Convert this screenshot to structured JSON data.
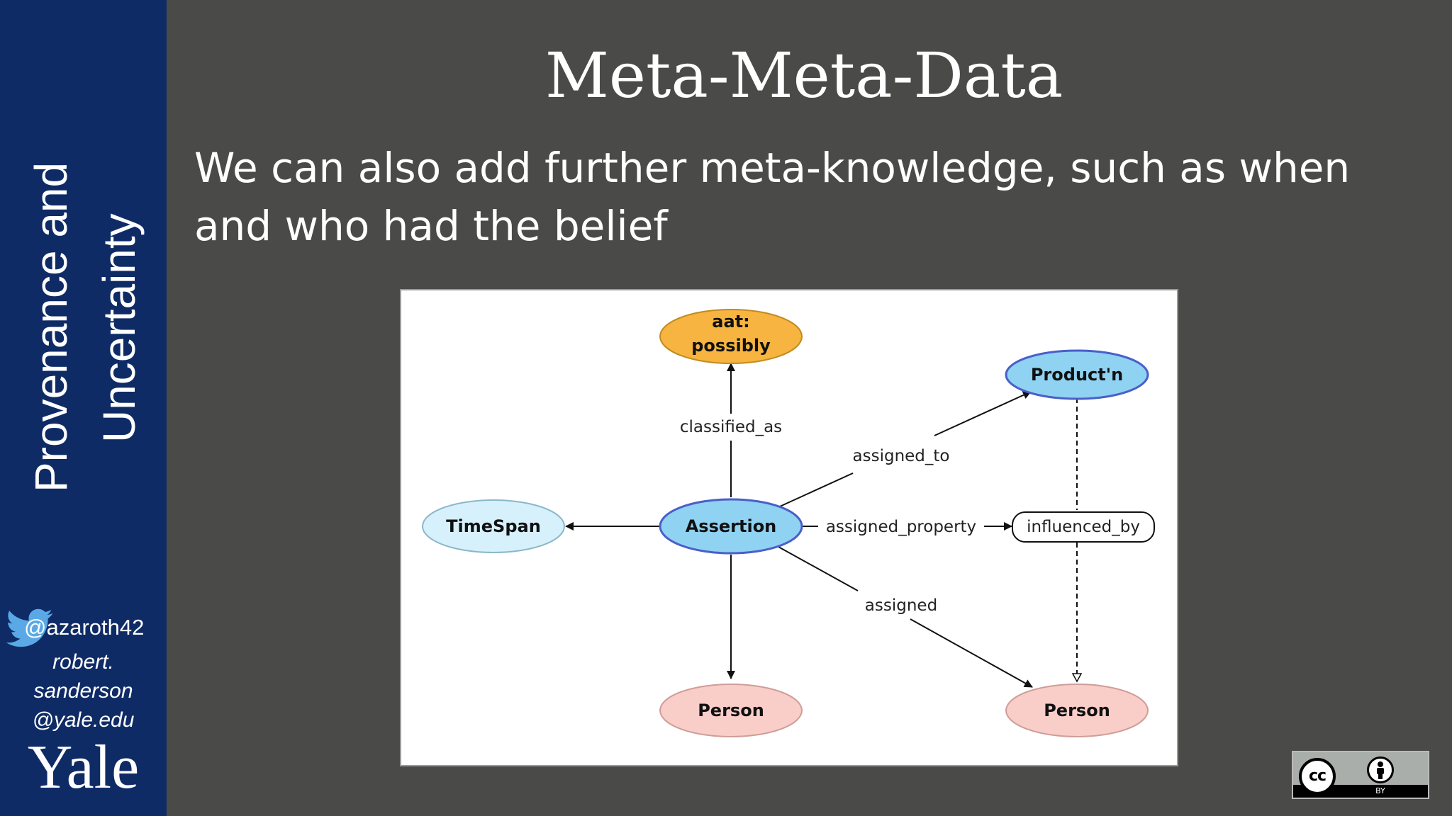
{
  "sidebar": {
    "vertical_title_line1": "Provenance and",
    "vertical_title_line2": "Uncertainty",
    "twitter_handle": "@azaroth42",
    "email_line1": "robert.",
    "email_line2": "sanderson",
    "email_line3": "@yale.edu",
    "logo_text": "Yale"
  },
  "slide": {
    "title": "Meta-Meta-Data",
    "subtitle": "We can also add further meta-knowledge, such as when and who had the belief"
  },
  "diagram": {
    "nodes": {
      "aat_line1": "aat:",
      "aat_line2": "possibly",
      "production": "Product'n",
      "timespan": "TimeSpan",
      "assertion": "Assertion",
      "influenced_by": "influenced_by",
      "person_left": "Person",
      "person_right": "Person"
    },
    "edges": {
      "classified_as": "classified_as",
      "assigned_to": "assigned_to",
      "assigned_property": "assigned_property",
      "assigned": "assigned"
    },
    "colors": {
      "orange": "#f7b440",
      "blue": "#8fd2f2",
      "light_blue": "#d6f1fb",
      "pink": "#f9cdc8"
    }
  },
  "license": {
    "cc": "cc",
    "by": "BY"
  }
}
